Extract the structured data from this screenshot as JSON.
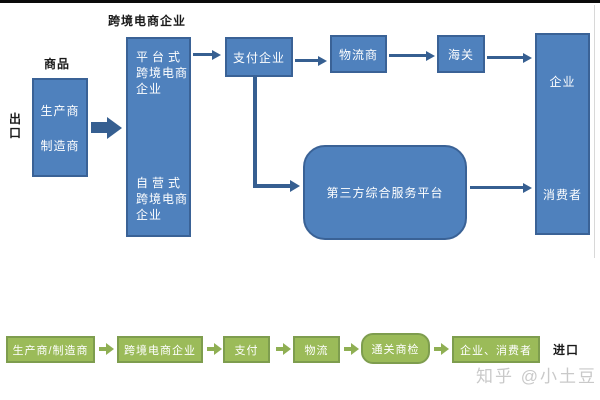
{
  "diagram": {
    "top": {
      "export_label": "出口",
      "goods_label": "商品",
      "producer": {
        "line1": "生产商",
        "line2": "制造商"
      },
      "ecom_title": "跨境电商企业",
      "ecom_platform": {
        "line1": "平台式",
        "line2": "跨境电商",
        "line3": "企业"
      },
      "ecom_self": {
        "line1": "自营式",
        "line2": "跨境电商",
        "line3": "企业"
      },
      "payment": "支付企业",
      "logistics": "物流商",
      "customs": "海关",
      "dest_enterprise": "企业",
      "dest_consumer": "消费者",
      "platform_service": "第三方综合服务平台"
    },
    "bottom": {
      "import_label": "进口",
      "steps": [
        "生产商/制造商",
        "跨境电商企业",
        "支付",
        "物流",
        "通关商检",
        "企业、消费者"
      ]
    },
    "watermark": "知乎 @小土豆",
    "colors": {
      "blue_fill": "#4f81bd",
      "blue_border": "#3a6296",
      "arrow_blue": "#365f91",
      "green_fill": "#9bbb59",
      "green_border": "#7e9d4e",
      "watermark_gray": "#c9c9c9"
    }
  }
}
